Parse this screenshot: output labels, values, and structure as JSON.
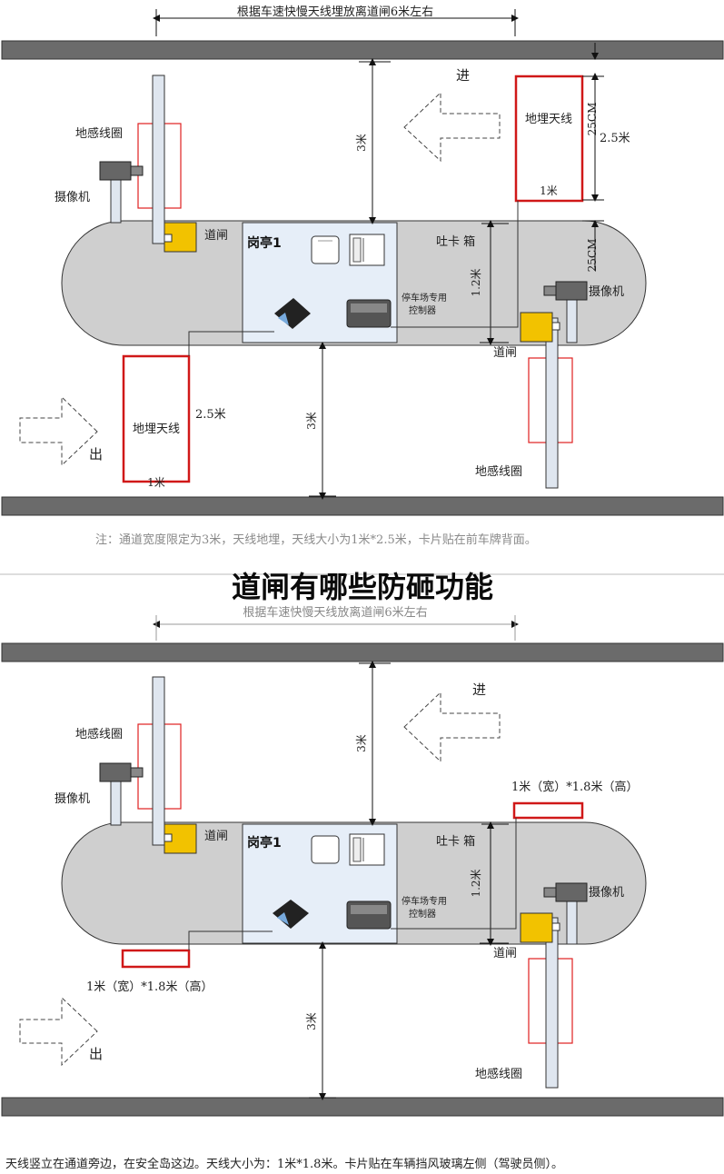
{
  "title": "道闸有哪些防砸功能",
  "colors": {
    "road": "#6b6b6b",
    "island": "#cfcfcf",
    "booth": "#e6eef8",
    "gate": "#f2c200",
    "loop": "#e02020",
    "pole": "#dfe6ef"
  },
  "diagram1": {
    "top_dimension": "根据车速快慢天线埋放离道闸6米左右",
    "entry": "进",
    "exit": "出",
    "loop_left": "地感线圈",
    "loop_right": "地感线圈",
    "camera_left": "摄像机",
    "camera_right": "摄像机",
    "gate_left": "道闸",
    "gate_right": "道闸",
    "booth": "岗亭1",
    "ticket_box": "吐卡 箱",
    "controller": [
      "停车场专用",
      "控制器"
    ],
    "antenna_right": "地埋天线",
    "antenna_left": "地埋天线",
    "len_right": "2.5米",
    "len_left": "2.5米",
    "width_right": "1米",
    "width_left": "1米",
    "gap_top": "25CM",
    "gap_bottom": "25CM",
    "dist_top": "3米",
    "dist_bottom": "3米",
    "dist_mid": "1.2米",
    "note": "注：通道宽度限定为3米，天线地埋，天线大小为1米*2.5米，卡片贴在前车牌背面。"
  },
  "diagram2": {
    "top_dimension": "根据车速快慢天线放离道闸6米左右",
    "entry": "进",
    "exit": "出",
    "loop_left": "地感线圈",
    "loop_right": "地感线圈",
    "camera_left": "摄像机",
    "camera_right": "摄像机",
    "gate_left": "道闸",
    "gate_right": "道闸",
    "booth": "岗亭1",
    "ticket_box": "吐卡 箱",
    "controller": [
      "停车场专用",
      "控制器"
    ],
    "antenna_size_right": "1米（宽）*1.8米（高）",
    "antenna_size_left": "1米（宽）*1.8米（高）",
    "dist_top": "3米",
    "dist_bottom": "3米",
    "dist_mid": "1.2米",
    "note": "天线竖立在通道旁边，在安全岛这边。天线大小为：1米*1.8米。卡片贴在车辆挡风玻璃左侧（驾驶员侧）。"
  }
}
